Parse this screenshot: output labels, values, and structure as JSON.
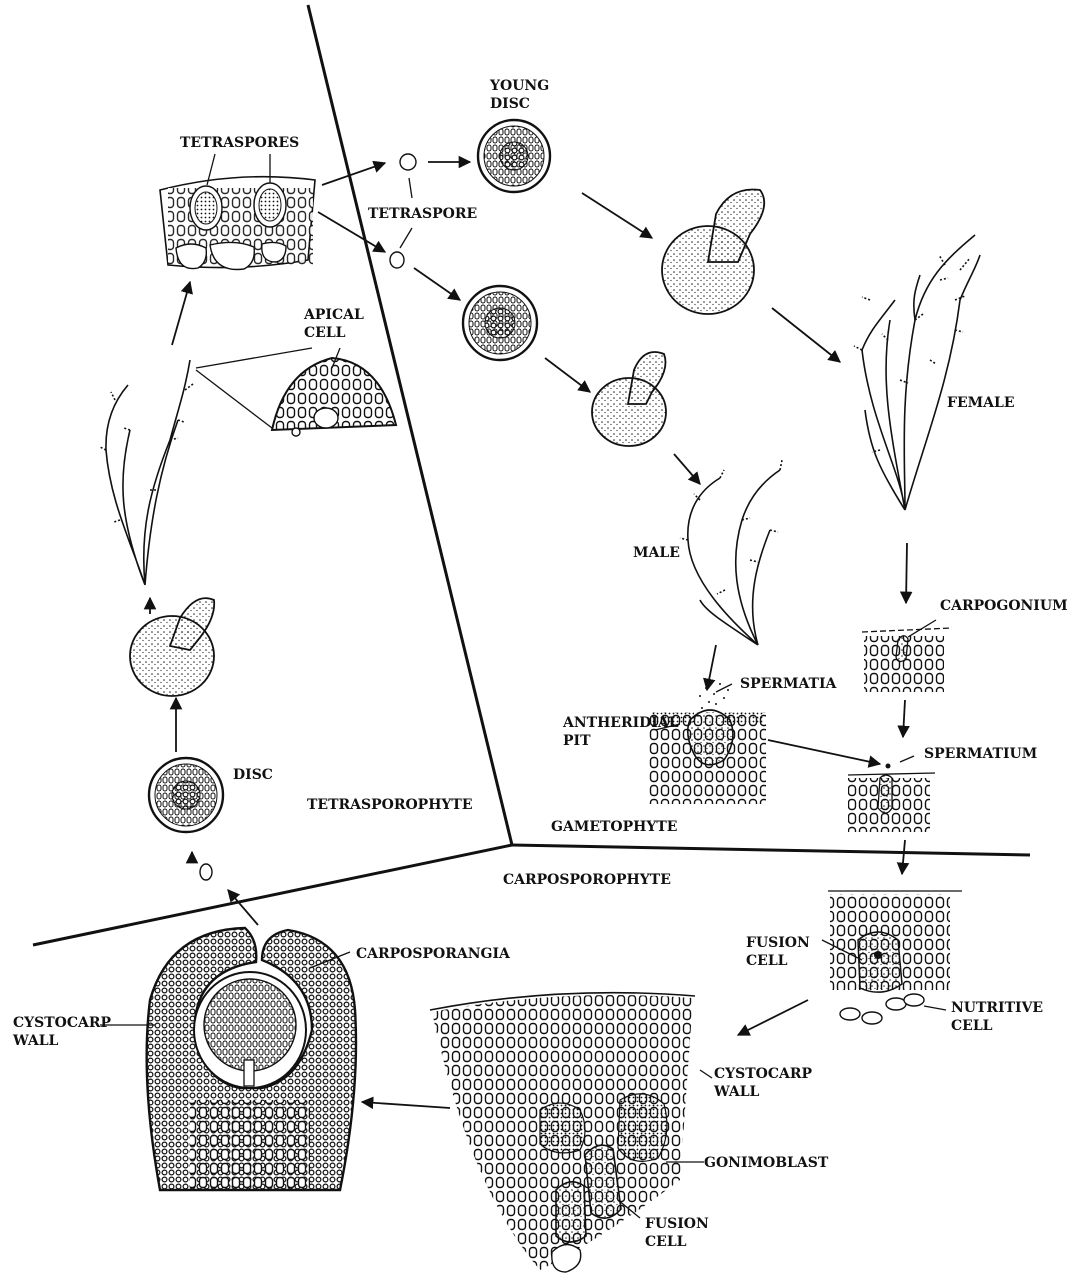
{
  "labels": {
    "tetraspores": "TETRASPORES",
    "young_disc_1": "YOUNG",
    "young_disc_2": "DISC",
    "tetraspore": "TETRASPORE",
    "apical_cell_1": "APICAL",
    "apical_cell_2": "CELL",
    "female": "FEMALE",
    "male": "MALE",
    "carpogonium": "CARPOGONIUM",
    "antheridial_pit_1": "ANTHERIDIAL",
    "antheridial_pit_2": "PIT",
    "spermatia": "SPERMATIA",
    "spermatium": "SPERMATIUM",
    "disc": "DISC",
    "tetrasporophyte": "TETRASPOROPHYTE",
    "gametophyte": "GAMETOPHYTE",
    "carposporophyte": "CARPOSPOROPHYTE",
    "carposporangia": "CARPOSPORANGIA",
    "fusion_cell_top_1": "FUSION",
    "fusion_cell_top_2": "CELL",
    "cystocarp_wall_left_1": "CYSTOCARP",
    "cystocarp_wall_left_2": "WALL",
    "nutritive_cell_1": "NUTRITIVE",
    "nutritive_cell_2": "CELL",
    "cystocarp_wall_right_1": "CYSTOCARP",
    "cystocarp_wall_right_2": "WALL",
    "gonimoblast": "GONIMOBLAST",
    "fusion_cell_bottom_1": "FUSION",
    "fusion_cell_bottom_2": "CELL"
  }
}
